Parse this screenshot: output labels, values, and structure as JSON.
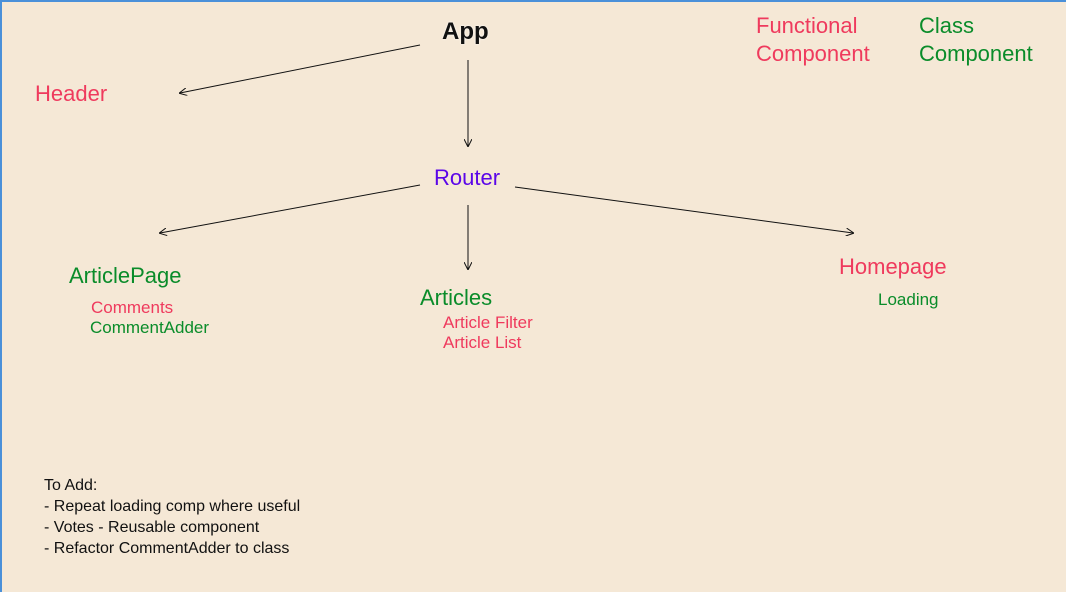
{
  "nodes": {
    "app": "App",
    "router": "Router",
    "header": "Header",
    "article_page": "ArticlePage",
    "articles": "Articles",
    "homepage": "Homepage"
  },
  "children": {
    "article_page": [
      "Comments",
      "CommentAdder"
    ],
    "articles": [
      "Article Filter",
      "Article List"
    ],
    "homepage": [
      "Loading"
    ]
  },
  "legend": {
    "functional": [
      "Functional",
      "Component"
    ],
    "class": [
      "Class",
      "Component"
    ]
  },
  "notes": {
    "heading": "To Add:",
    "items": [
      "- Repeat loading comp where useful",
      "- Votes - Reusable component",
      "- Refactor CommentAdder to class"
    ]
  },
  "colors": {
    "functional": "#ef3a5d",
    "class": "#0a8c2a",
    "router": "#5b06e8",
    "background": "#f5e8d6"
  }
}
